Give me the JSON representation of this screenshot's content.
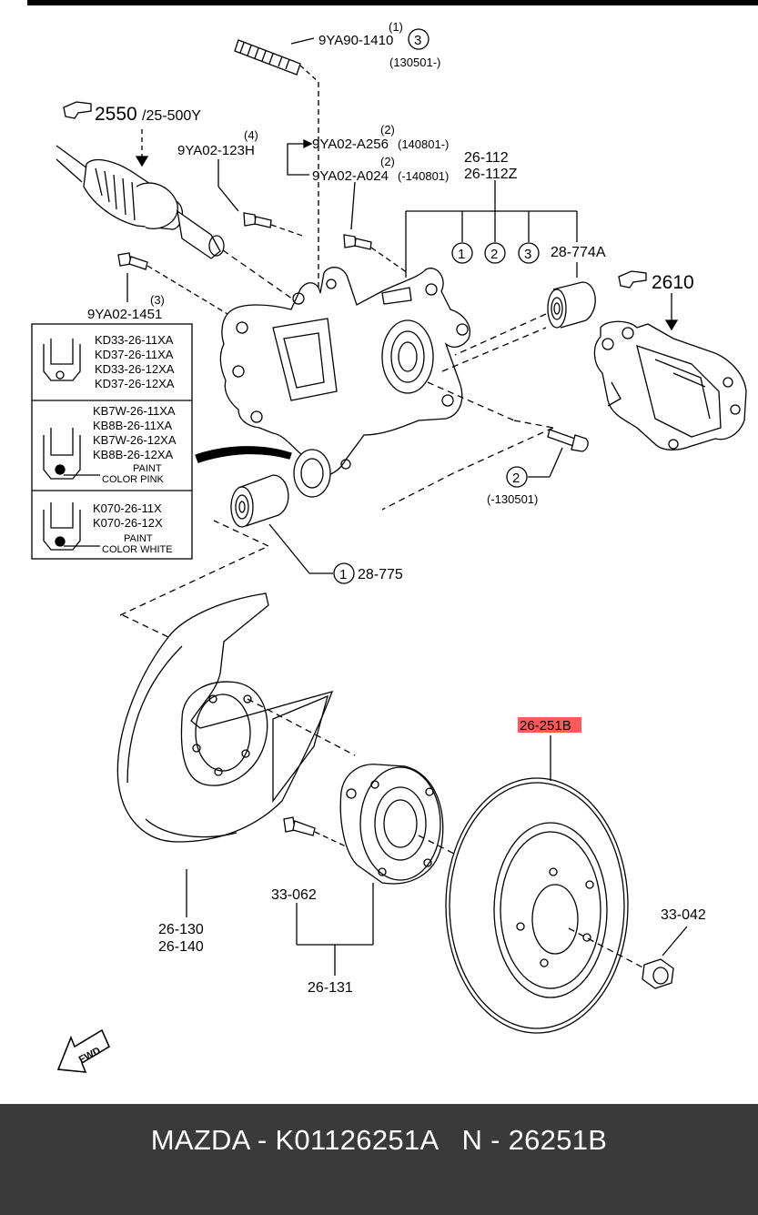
{
  "diagram": {
    "labels": {
      "stud_qty": "(1)",
      "stud_pn": "9YA90-1410",
      "stud_ref": "3",
      "stud_date": "(130501-)",
      "ref_2550_icon": "hand-pointer-icon",
      "ref_2550": "2550",
      "ref_2550_sub": "/25-500Y",
      "bolt4_qty": "(4)",
      "bolt4_pn": "9YA02-123H",
      "boltA_qty": "(2)",
      "boltA_pn": "9YA02-A256",
      "boltA_date": "(140801-)",
      "boltB_qty": "(2)",
      "boltB_pn": "9YA02-A024",
      "boltB_date": "(-140801)",
      "knuckle_pn1": "26-112",
      "knuckle_pn2": "26-112Z",
      "circle1": "1",
      "circle2": "2",
      "circle3": "3",
      "bush_pn": "28-774A",
      "ref_2610": "2610",
      "bolt3_qty": "(3)",
      "bolt3_pn": "9YA02-1451",
      "bolt2_ref": "2",
      "bolt2_date": "(-130501)",
      "bush2_ref": "1",
      "bush2_pn": "28-775",
      "rotor_pn": "26-251B",
      "hubbolt_pn": "33-062",
      "shield_pn1": "26-130",
      "shield_pn2": "26-140",
      "hub_pn": "26-131",
      "nut_pn": "33-042",
      "fwd": "FWD"
    },
    "legend": [
      {
        "codes": [
          "KD33-26-11XA",
          "KD37-26-11XA",
          "KD33-26-12XA",
          "KD37-26-12XA"
        ],
        "paint": "",
        "paint_color": ""
      },
      {
        "codes": [
          "KB7W-26-11XA",
          "KB8B-26-11XA",
          "KB7W-26-12XA",
          "KB8B-26-12XA"
        ],
        "paint": "PAINT",
        "paint_color": "COLOR PINK"
      },
      {
        "codes": [
          "K070-26-11X",
          "K070-26-12X"
        ],
        "paint": "PAINT",
        "paint_color": "COLOR WHITE"
      }
    ],
    "highlight_color": "#ff5a5a"
  },
  "footer": {
    "text": "MAZDA - K01126251A   N - 26251B"
  }
}
